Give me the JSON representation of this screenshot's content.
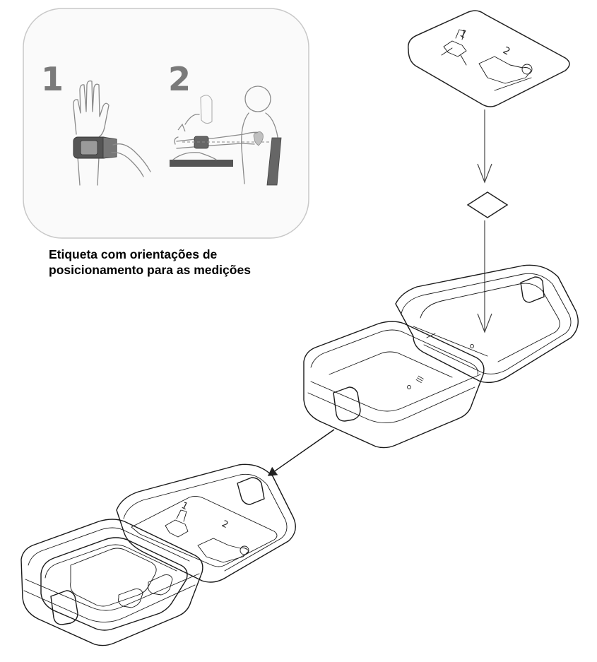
{
  "label_card": {
    "step1_number": "1",
    "step2_number": "2"
  },
  "mini_label": {
    "step1_number": "1",
    "step2_number": "2"
  },
  "inner_label": {
    "step1_number": "1",
    "step2_number": "2"
  },
  "caption": {
    "line1": "Etiqueta com orientações de",
    "line2": "posicionamento para as medições"
  },
  "colors": {
    "card_border": "#c8c8c8",
    "card_fill": "#fafafa",
    "cuff_dark": "#555555",
    "accent_grey": "#7a7a7a"
  }
}
